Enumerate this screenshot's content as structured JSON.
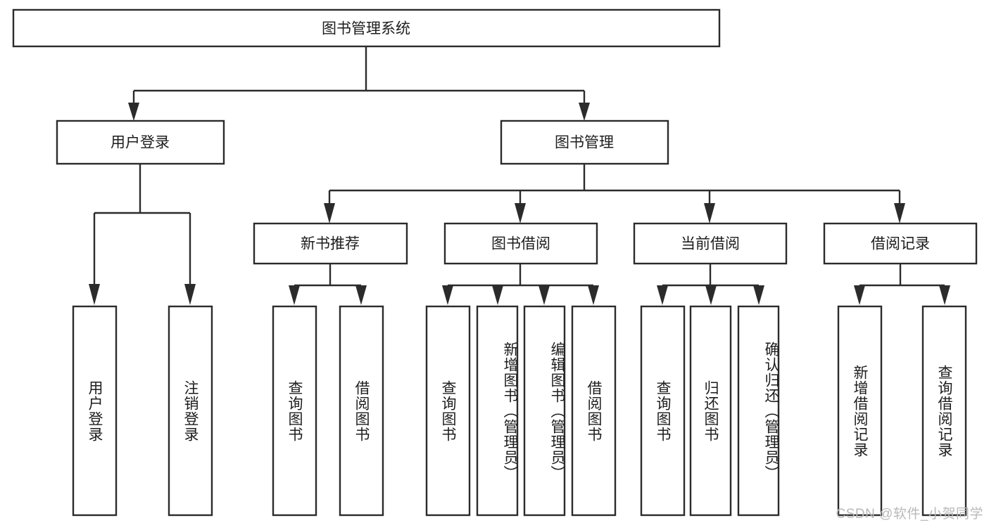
{
  "diagram": {
    "type": "tree",
    "title": "图书管理系统",
    "root": {
      "id": "root",
      "label": "图书管理系统",
      "orientation": "horizontal"
    },
    "level2": [
      {
        "id": "user-login",
        "label": "用户登录",
        "orientation": "horizontal"
      },
      {
        "id": "book-manage",
        "label": "图书管理",
        "orientation": "horizontal"
      }
    ],
    "level3": [
      {
        "id": "new-book-recommend",
        "label": "新书推荐",
        "orientation": "horizontal",
        "parent": "book-manage"
      },
      {
        "id": "book-borrow",
        "label": "图书借阅",
        "orientation": "horizontal",
        "parent": "book-manage"
      },
      {
        "id": "current-borrow",
        "label": "当前借阅",
        "orientation": "horizontal",
        "parent": "book-manage"
      },
      {
        "id": "borrow-record",
        "label": "借阅记录",
        "orientation": "horizontal",
        "parent": "book-manage"
      }
    ],
    "leaves": [
      {
        "id": "leaf-user-login",
        "label": "用户登录",
        "parent": "user-login",
        "orientation": "vertical"
      },
      {
        "id": "leaf-logout",
        "label": "注销登录",
        "parent": "user-login",
        "orientation": "vertical"
      },
      {
        "id": "leaf-query-book-1",
        "label": "查询图书",
        "parent": "new-book-recommend",
        "orientation": "vertical"
      },
      {
        "id": "leaf-borrow-book-1",
        "label": "借阅图书",
        "parent": "new-book-recommend",
        "orientation": "vertical"
      },
      {
        "id": "leaf-query-book-2",
        "label": "查询图书",
        "parent": "book-borrow",
        "orientation": "vertical"
      },
      {
        "id": "leaf-add-book",
        "label": "新增图书（管理员）",
        "parent": "book-borrow",
        "orientation": "vertical"
      },
      {
        "id": "leaf-edit-book",
        "label": "编辑图书（管理员）",
        "parent": "book-borrow",
        "orientation": "vertical"
      },
      {
        "id": "leaf-borrow-book-2",
        "label": "借阅图书",
        "parent": "book-borrow",
        "orientation": "vertical"
      },
      {
        "id": "leaf-query-book-3",
        "label": "查询图书",
        "parent": "current-borrow",
        "orientation": "vertical"
      },
      {
        "id": "leaf-return-book",
        "label": "归还图书",
        "parent": "current-borrow",
        "orientation": "vertical"
      },
      {
        "id": "leaf-confirm-return",
        "label": "确认归还（管理员）",
        "parent": "current-borrow",
        "orientation": "vertical"
      },
      {
        "id": "leaf-add-record",
        "label": "新增借阅记录",
        "parent": "borrow-record",
        "orientation": "vertical"
      },
      {
        "id": "leaf-query-record",
        "label": "查询借阅记录",
        "parent": "borrow-record",
        "orientation": "vertical"
      }
    ],
    "colors": {
      "box_fill": "#ffffff",
      "box_stroke": "#2b2b2b",
      "connector": "#2b2b2b",
      "text": "#1d1d1d",
      "watermark": "#b9b9b9",
      "background": "#ffffff"
    }
  },
  "watermark": {
    "text": "CSDN @软件_小贺同学"
  }
}
